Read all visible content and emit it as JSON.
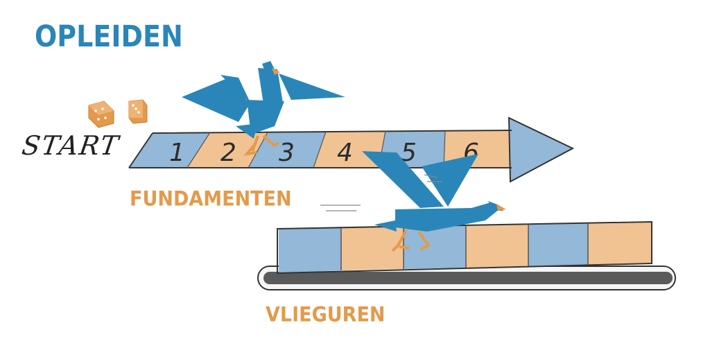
{
  "title": "OPLEIDEN",
  "start_label": "START",
  "track_top": {
    "label": "FUNDAMENTEN",
    "squares": [
      "1",
      "2",
      "3",
      "4",
      "5",
      "6"
    ]
  },
  "track_bottom": {
    "label": "VLIEGUREN"
  },
  "colors": {
    "blue": "#2a86b8",
    "light_blue": "#93b8d8",
    "orange": "#e39a4a",
    "light_orange": "#f1c393"
  },
  "icons": [
    "dice-icon",
    "dice-icon",
    "bird-icon",
    "bird-icon"
  ]
}
